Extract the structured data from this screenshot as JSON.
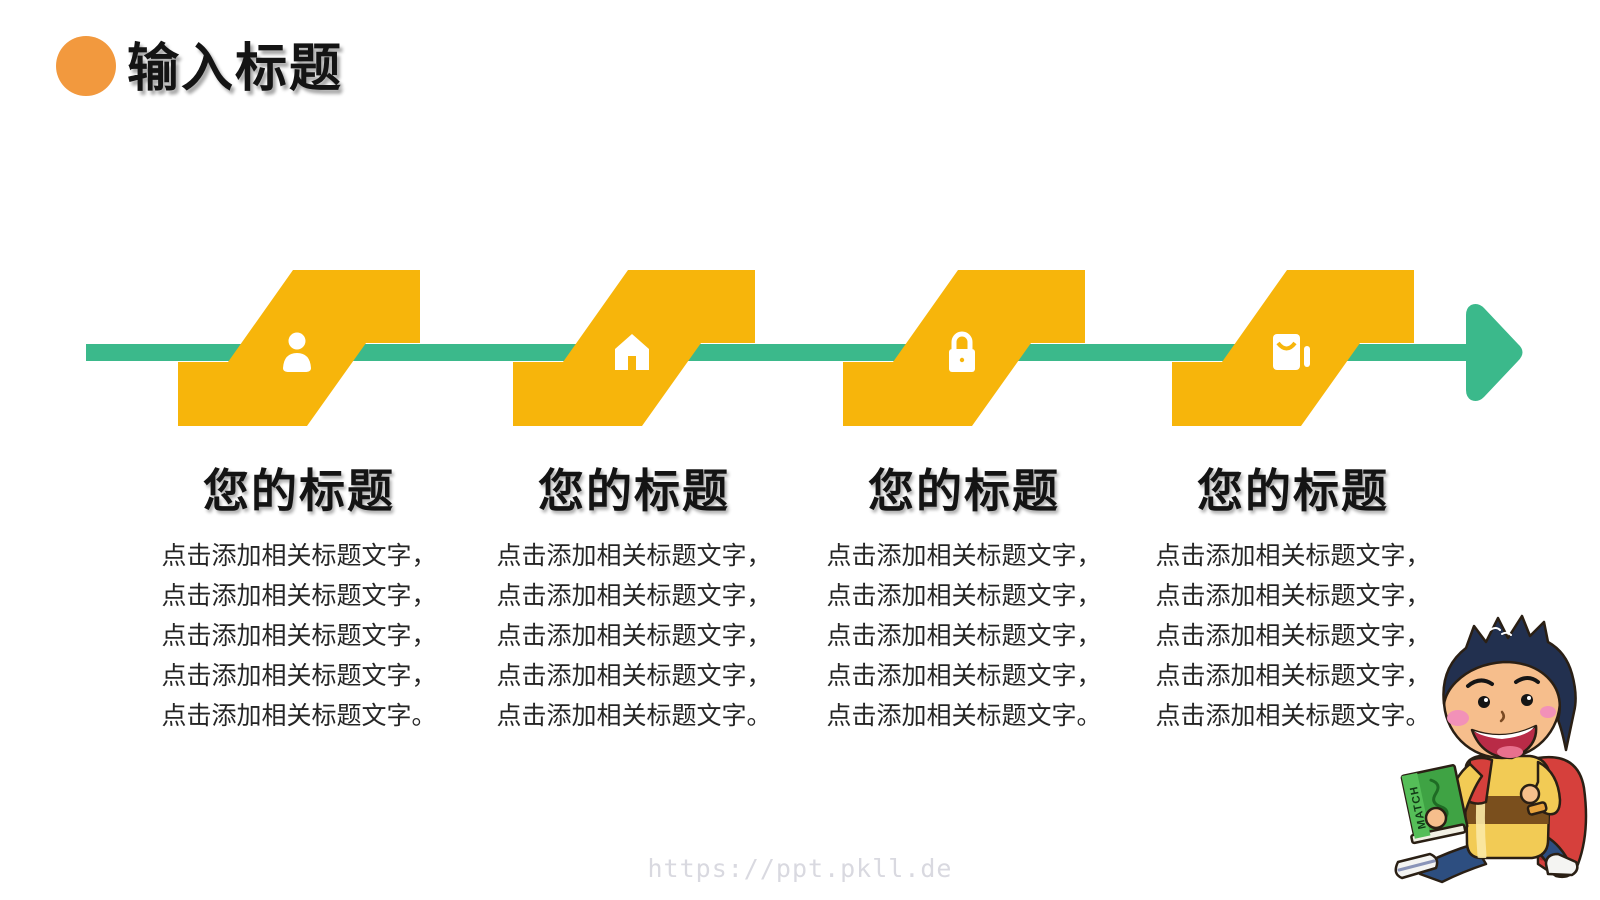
{
  "slide": {
    "title": "输入标题",
    "watermark": "https://ppt.pkll.de"
  },
  "colors": {
    "accent_orange": "#F2993E",
    "step_yellow": "#F7B50B",
    "timeline_green": "#3BB98B",
    "heading_text": "#141414",
    "body_text": "#262626",
    "watermark_gray": "#D9D9E0"
  },
  "steps": [
    {
      "icon": "user-icon",
      "heading": "您的标题",
      "lines": [
        "点击添加相关标题文字，",
        "点击添加相关标题文字，",
        "点击添加相关标题文字，",
        "点击添加相关标题文字，",
        "点击添加相关标题文字。"
      ]
    },
    {
      "icon": "home-icon",
      "heading": "您的标题",
      "lines": [
        "点击添加相关标题文字，",
        "点击添加相关标题文字，",
        "点击添加相关标题文字，",
        "点击添加相关标题文字，",
        "点击添加相关标题文字。"
      ]
    },
    {
      "icon": "lock-icon",
      "heading": "您的标题",
      "lines": [
        "点击添加相关标题文字，",
        "点击添加相关标题文字，",
        "点击添加相关标题文字，",
        "点击添加相关标题文字，",
        "点击添加相关标题文字。"
      ]
    },
    {
      "icon": "shopping-bag-icon",
      "heading": "您的标题",
      "lines": [
        "点击添加相关标题文字，",
        "点击添加相关标题文字，",
        "点击添加相关标题文字，",
        "点击添加相关标题文字，",
        "点击添加相关标题文字。"
      ]
    }
  ],
  "cartoon": {
    "book_label": "MATCH"
  }
}
